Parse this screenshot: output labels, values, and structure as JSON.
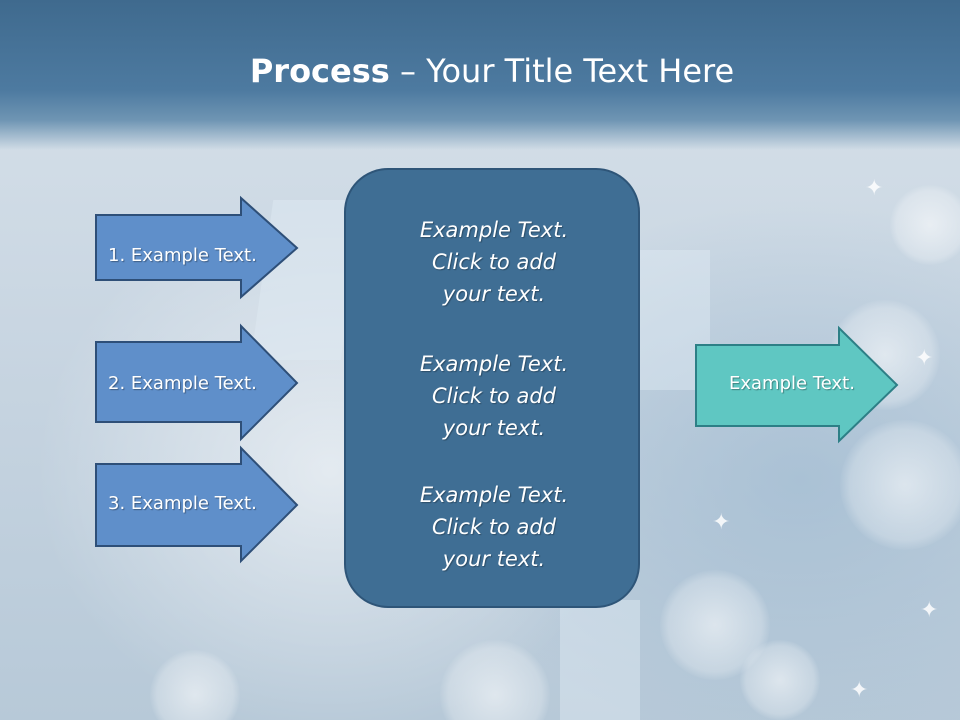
{
  "slide": {
    "title": {
      "bold": "Process",
      "rest": " – Your Title Text Here"
    },
    "left_arrows": [
      {
        "label": "1. Example Text."
      },
      {
        "label": "2. Example Text."
      },
      {
        "label": "3. Example Text."
      }
    ],
    "center_box": {
      "blocks": [
        {
          "line1": "Example Text.",
          "line2": "Click  to add",
          "line3": "your text."
        },
        {
          "line1": "Example Text.",
          "line2": "Click  to add",
          "line3": "your text."
        },
        {
          "line1": "Example Text.",
          "line2": "Click  to add",
          "line3": "your text."
        }
      ]
    },
    "right_arrow": {
      "label": "Example Text."
    }
  },
  "colors": {
    "header": "#4a769c",
    "left_arrow_fill": "#5f8fca",
    "left_arrow_border": "#2e4f78",
    "center_box_fill": "#3f6e94",
    "right_arrow_fill": "#5fc7c2",
    "right_arrow_border": "#2d7f86"
  }
}
